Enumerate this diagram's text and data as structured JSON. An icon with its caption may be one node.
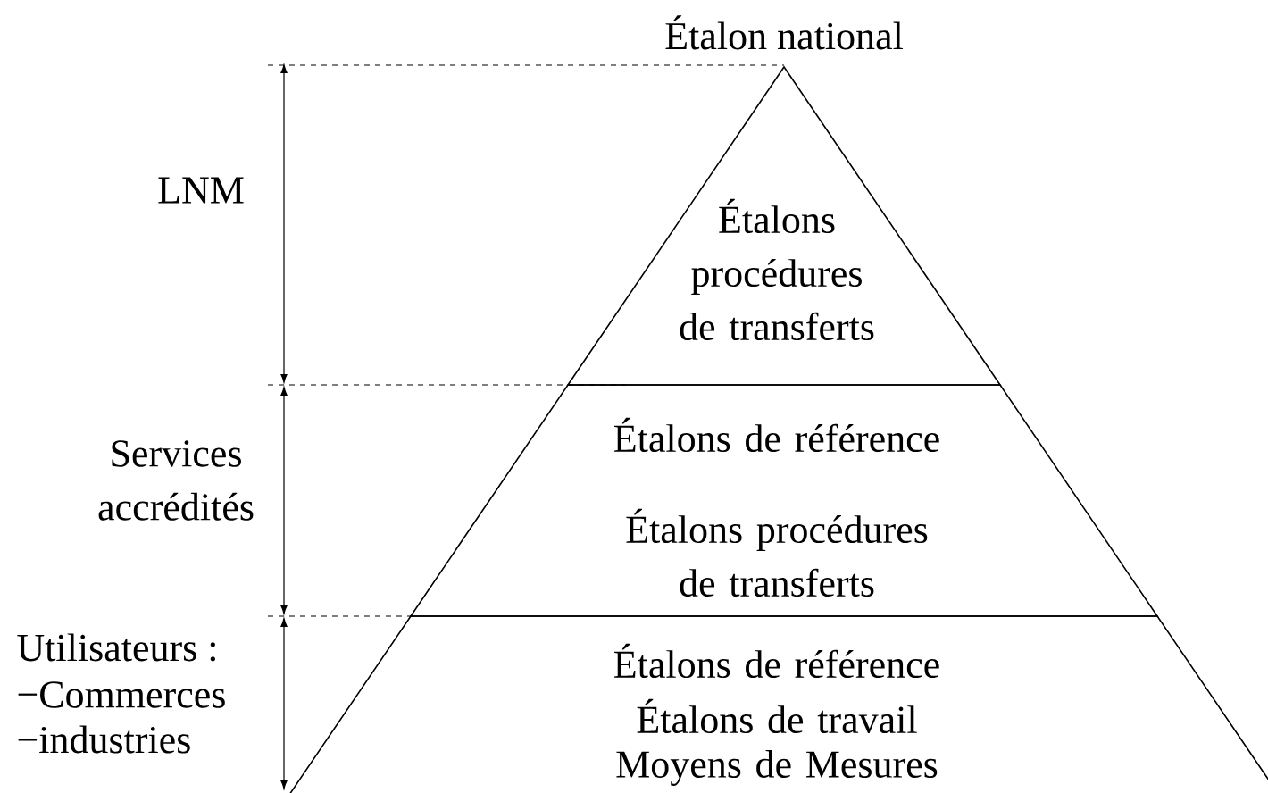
{
  "diagram": {
    "nodes": [
      {
        "text": [
          "Étalons procédures de transferts"
        ],
        "beside": [
          "Étalon national"
        ]
      },
      {
        "text": [
          "Étalons de référence",
          "Étalons procédures de transferts"
        ]
      },
      {
        "text": [
          "Étalons de référence",
          "Étalons de travail",
          "Moyens de Mesures"
        ]
      }
    ],
    "labels": [
      "LNM",
      "Services accrédités",
      "Utilisateurs :",
      "−Commerces",
      "−industries"
    ]
  }
}
